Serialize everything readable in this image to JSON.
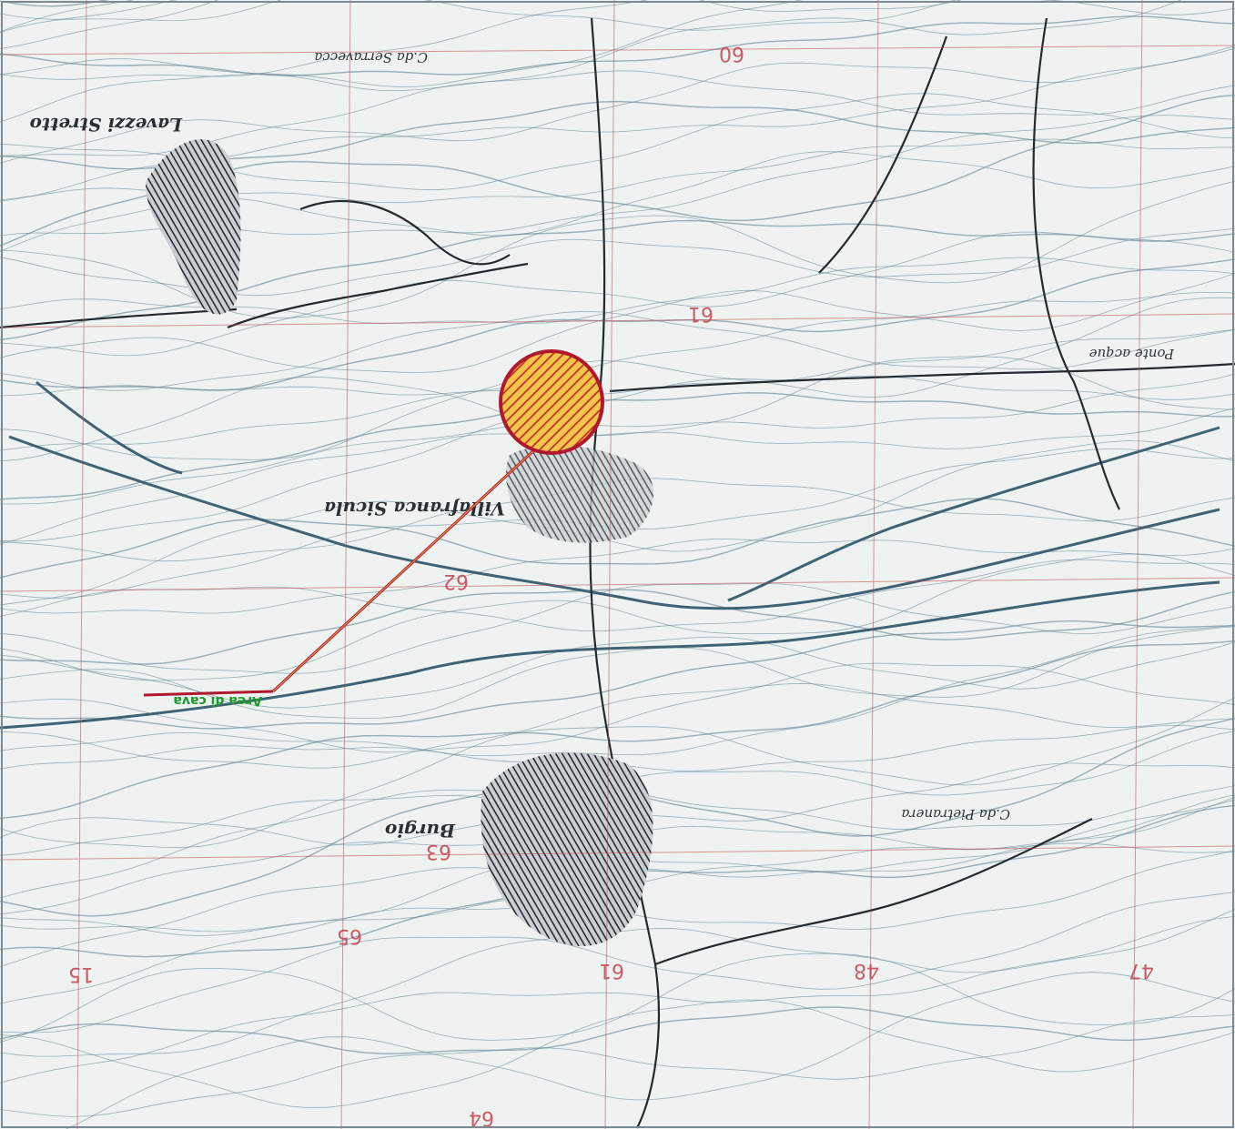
{
  "map": {
    "grid_numbers": {
      "top": "60",
      "mid_right": "61",
      "center": "62",
      "lower_center": "63",
      "bottom_left": "65",
      "bottom_far_left": "15",
      "bottom_mid": "61",
      "bottom_right": "48",
      "bottom_far_right": "47",
      "bottom": "64"
    },
    "place_labels": {
      "top_left_town": "Lavezzi Stretto",
      "center_town": "Villafranca Sicula",
      "south_town": "Burgio",
      "top_road": "C.da Serravecca",
      "right_area": "Ponte acque",
      "lower_right": "C.da Pietranera"
    },
    "callout": {
      "label": "Area di cava"
    },
    "colors": {
      "paper": "#eef3f1",
      "contour": "#5f7f90",
      "grid": "#c4424f",
      "highlight_outline": "#b01830",
      "highlight_hatch": "#c0302a",
      "highlight_fill": "#f2c64a",
      "leader_line": "#b01830",
      "callout_text": "#1a9a2a"
    }
  }
}
